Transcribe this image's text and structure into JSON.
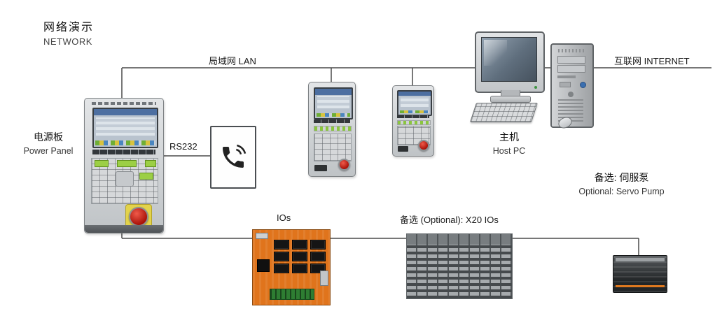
{
  "title": {
    "line1": "网络演示",
    "line2": "NETWORK"
  },
  "network": {
    "lan_label": "局域网 LAN",
    "internet_label": "互联网 INTERNET"
  },
  "nodes": {
    "power_panel": {
      "label_zh": "电源板",
      "label_en": "Power Panel"
    },
    "host_pc": {
      "label_zh": "主机",
      "label_en": "Host PC"
    },
    "modem_link": {
      "label": "RS232"
    },
    "io_board": {
      "label": "IOs"
    },
    "x20_module": {
      "label": "备选 (Optional): X20 IOs"
    },
    "servo_pump": {
      "label_zh": "备选: 伺服泵",
      "label_en": "Optional: Servo Pump"
    }
  },
  "icons": {
    "phone_icon": "telephone-handset"
  },
  "colors": {
    "wire": "#4a4a4a",
    "board_orange": "#e0741c",
    "estop_red": "#c01510",
    "key_green": "#9ccf45",
    "module_gray": "#9ba0a3",
    "screen_blue": "#4d6fa1"
  }
}
